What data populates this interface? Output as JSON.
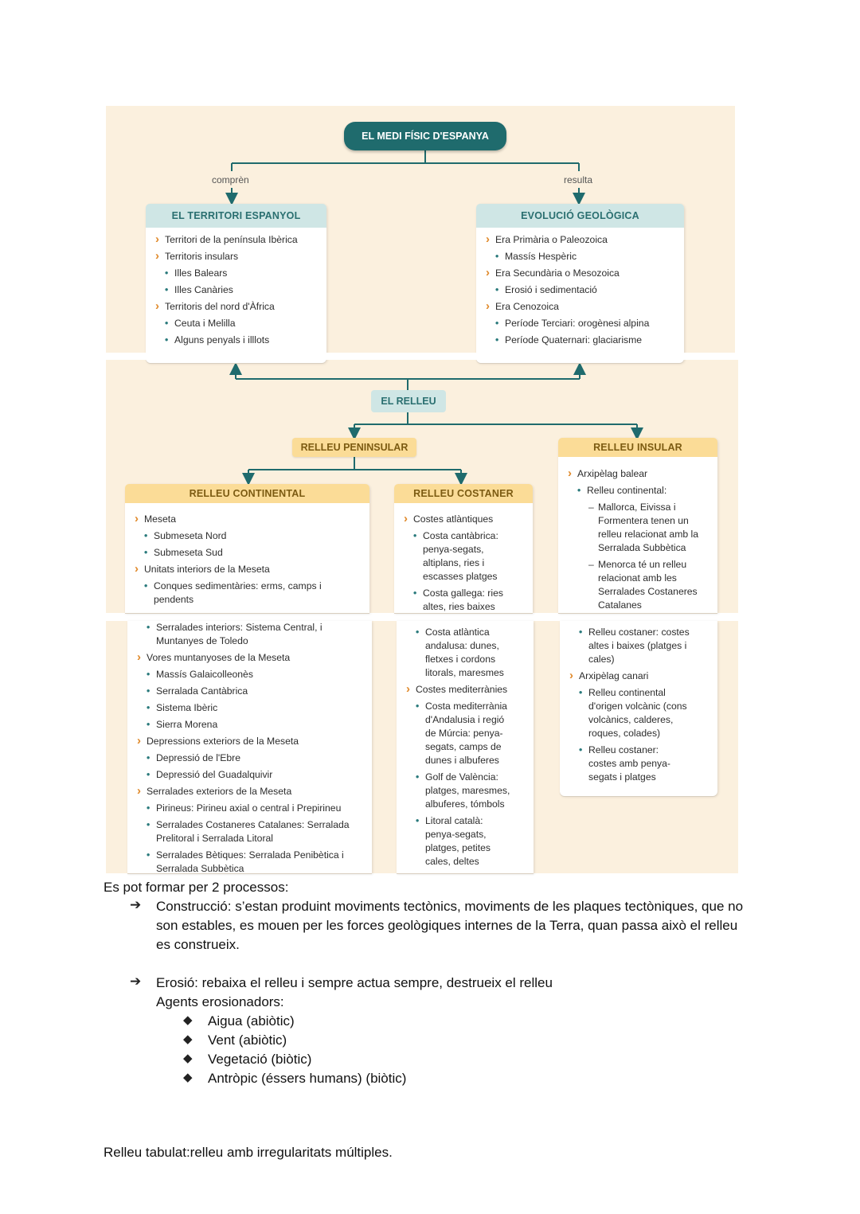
{
  "diagram": {
    "title": "EL MEDI FÍSIC D'ESPANYA",
    "label_left": "comprèn",
    "label_right": "resulta",
    "territori": {
      "header": "EL TERRITORI ESPANYOL",
      "items": [
        "Territori de la península Ibèrica",
        "Territoris insulars",
        "Illes Balears",
        "Illes Canàries",
        "Territoris del nord d'Àfrica",
        "Ceuta i Melilla",
        "Alguns penyals i illlots"
      ]
    },
    "evolucio": {
      "header": "EVOLUCIÓ GEOLÒGICA",
      "items": [
        "Era Primària o Paleozoica",
        "Massís Hespèric",
        "Era Secundària o Mesozoica",
        "Erosió i sedimentació",
        "Era Cenozoica",
        "Període Terciari: orogènesi alpina",
        "Període Quaternari: glaciarisme"
      ]
    },
    "relleu": "EL RELLEU",
    "peninsular": "RELLEU PENINSULAR",
    "insular": {
      "header": "RELLEU INSULAR",
      "items_top": [
        "Arxipèlag balear",
        "Relleu continental:",
        "Mallorca, Eivissa i Formentera tenen un relleu relacionat amb la Serralada Subbètica",
        "Menorca té un relleu relacionat amb les Serralades Costaneres Catalanes"
      ],
      "items_bottom": [
        "Relleu costaner: costes altes i baixes (platges i cales)",
        "Arxipèlag canari",
        "Relleu continental d'origen volcànic (cons volcànics, calderes, roques, colades)",
        "Relleu costaner: costes amb penya-segats i platges"
      ]
    },
    "continental": {
      "header": "RELLEU CONTINENTAL",
      "items_top": [
        "Meseta",
        "Submeseta Nord",
        "Submeseta Sud",
        "Unitats interiors de la Meseta",
        "Conques sedimentàries: erms, camps i pendents"
      ],
      "items_bottom": [
        "Serralades interiors: Sistema Central, i Muntanyes de Toledo",
        "Vores muntanyoses de la Meseta",
        "Massís Galaicolleonès",
        "Serralada Cantàbrica",
        "Sistema Ibèric",
        "Sierra Morena",
        "Depressions exteriors de la Meseta",
        "Depressió de l'Ebre",
        "Depressió del Guadalquivir",
        "Serralades exteriors de la Meseta",
        "Pirineus: Pirineu axial o central i Prepirineu",
        "Serralades Costaneres Catalanes: Serralada Prelitoral i Serralada Litoral",
        "Serralades Bètiques: Serralada Penibètica i Serralada Subbètica"
      ]
    },
    "costaner": {
      "header": "RELLEU COSTANER",
      "items_top": [
        "Costes atlàntiques",
        "Costa cantàbrica: penya-segats, altiplans, ries i escasses platges",
        "Costa gallega: ries altes, ries baixes"
      ],
      "items_bottom": [
        "Costa atlàntica andalusa: dunes, fletxes i cordons litorals, maresmes",
        "Costes mediterrànies",
        "Costa mediterrània d'Andalusia i regió de Múrcia: penya-segats, camps de dunes i albuferes",
        "Golf de València: platges, maresmes, albuferes, tómbols",
        "Litoral català: penya-segats, platges, petites cales, deltes"
      ]
    }
  },
  "notes": {
    "intro": "Es pot formar per 2 processos:",
    "point1": "Construcció: s’estan produint moviments tectònics, moviments de les plaques tectòniques, que no son estables, es mouen per les forces geològiques internes de la Terra, quan passa això el relleu es construeix.",
    "point2": "Erosió: rebaixa el relleu i sempre actua sempre, destrueix el relleu",
    "agents_title": "Agents erosionadors:",
    "agents": [
      "Aigua (abiòtic)",
      "Vent (abiòtic)",
      "Vegetació (biòtic)",
      "Antròpic (éssers humans) (biòtic)"
    ],
    "final": "Relleu tabulat:relleu amb irregularitats múltiples."
  },
  "colors": {
    "panel_bg": "#fbf0de",
    "teal_dark": "#1f6b6d",
    "teal_light": "#cfe6e5",
    "yellow": "#fbdc97",
    "bullet_orange": "#e0892a"
  }
}
